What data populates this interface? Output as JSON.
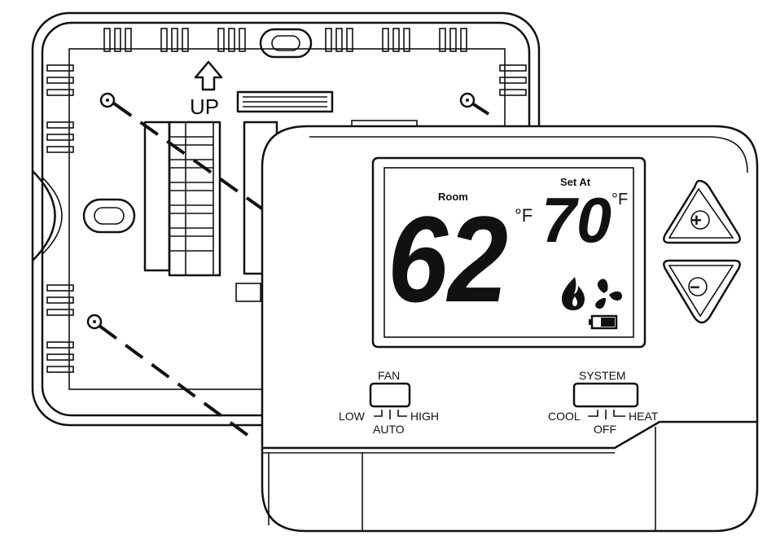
{
  "backplate": {
    "up_label": "UP"
  },
  "display": {
    "room_label": "Room",
    "room_temp": "62",
    "room_unit": "°F",
    "set_label": "Set At",
    "set_temp": "70",
    "set_unit": "°F",
    "icons": [
      "flame-icon",
      "fan-icon",
      "battery-icon"
    ]
  },
  "buttons": {
    "up_symbol": "+",
    "down_symbol": "−"
  },
  "fan_switch": {
    "title": "FAN",
    "left": "LOW",
    "center": "AUTO",
    "right": "HIGH"
  },
  "system_switch": {
    "title": "SYSTEM",
    "left": "COOL",
    "center": "OFF",
    "right": "HEAT"
  }
}
